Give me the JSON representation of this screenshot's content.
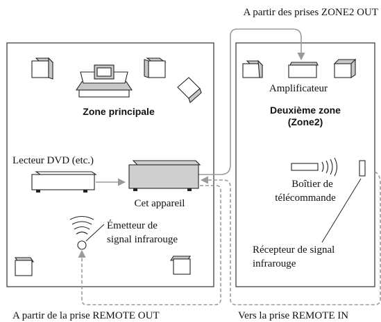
{
  "labels": {
    "zone2_out_source": "A partir des prises ZONE2 OUT",
    "main_zone": "Zone principale",
    "second_zone_line1": "Deuxième zone",
    "second_zone_line2": "(Zone2)",
    "amplifier": "Amplificateur",
    "dvd_player": "Lecteur DVD (etc.)",
    "this_unit": "Cet appareil",
    "remote_line1": "Boîtier de",
    "remote_line2": "télécommande",
    "ir_emitter_line1": "Émetteur de",
    "ir_emitter_line2": "signal infrarouge",
    "ir_receiver_line1": "Récepteur de signal",
    "ir_receiver_line2": "infrarouge",
    "remote_out_source": "A partir de la prise REMOTE OUT",
    "remote_in_target": "Vers la prise REMOTE IN"
  },
  "colors": {
    "cable": "#9a9a9a",
    "device_shade": "#cfcfcf",
    "outline": "#333333"
  }
}
